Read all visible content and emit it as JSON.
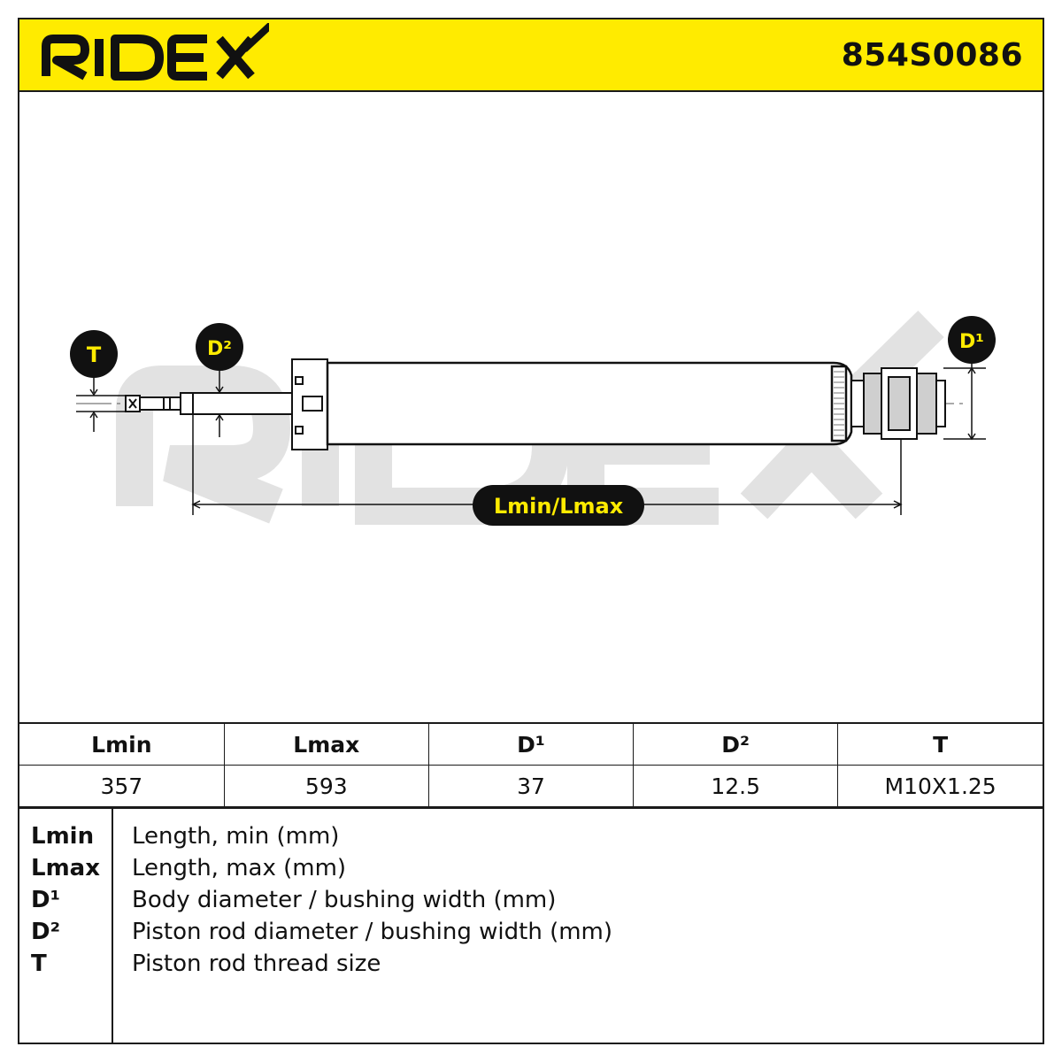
{
  "header": {
    "brand": "RIDEX",
    "part_number": "854S0086",
    "accent_color": "#ffeb00"
  },
  "drawing": {
    "labels": {
      "T": "T",
      "D2": "D²",
      "D1": "D¹",
      "length": "Lmin/Lmax"
    },
    "watermark": "RIDEX"
  },
  "specs": {
    "headers": [
      "Lmin",
      "Lmax",
      "D¹",
      "D²",
      "T"
    ],
    "values": [
      "357",
      "593",
      "37",
      "12.5",
      "M10X1.25"
    ]
  },
  "legend": [
    {
      "key": "Lmin",
      "desc": "Length, min (mm)"
    },
    {
      "key": "Lmax",
      "desc": "Length, max (mm)"
    },
    {
      "key": "D¹",
      "desc": "Body diameter / bushing width (mm)"
    },
    {
      "key": "D²",
      "desc": "Piston rod diameter / bushing width (mm)"
    },
    {
      "key": "T",
      "desc": "Piston rod thread size"
    }
  ]
}
